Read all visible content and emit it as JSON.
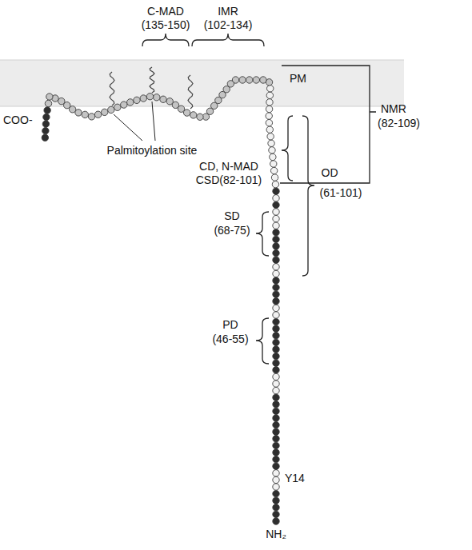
{
  "diagram": {
    "labels": [
      "C-MAD",
      "(135-150)",
      "IMR",
      "(102-134)",
      "PM",
      "NMR",
      "(82-109)",
      "Palmitoylation site",
      "CD, N-MAD",
      "CSD(82-101)",
      "OD",
      "(61-101)",
      "COO-",
      "SD",
      "(68-75)",
      "PD",
      "(46-55)",
      "Y14",
      "NH₂"
    ]
  }
}
